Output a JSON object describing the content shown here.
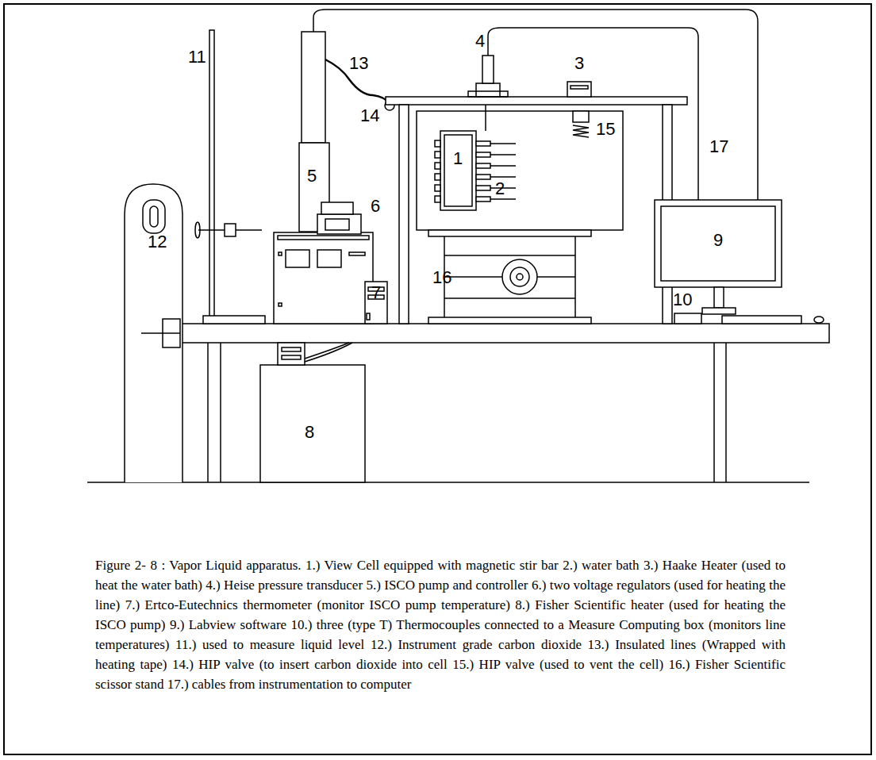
{
  "diagram": {
    "caption": "Figure 2- 8 : Vapor Liquid apparatus. 1.) View Cell equipped with magnetic stir bar 2.) water bath 3.) Haake Heater (used to heat the water bath) 4.) Heise pressure transducer 5.) ISCO pump and controller 6.) two voltage regulators (used for heating the line) 7.) Ertco-Eutechnics thermometer (monitor ISCO pump temperature) 8.) Fisher Scientific heater (used for heating the ISCO pump) 9.) Labview software 10.) three (type T) Thermocouples connected to a Measure Computing box (monitors line temperatures) 11.) used to measure liquid level 12.) Instrument grade carbon dioxide 13.) Insulated lines (Wrapped with heating tape) 14.) HIP valve (to insert carbon dioxide into cell 15.) HIP valve (used to vent the cell) 16.) Fisher Scientific scissor stand 17.) cables from instrumentation to computer",
    "labels": [
      "11",
      "13",
      "4",
      "3",
      "17",
      "5",
      "14",
      "15",
      "1",
      "2",
      "12",
      "6",
      "9",
      "16",
      "7",
      "10",
      "8"
    ]
  }
}
